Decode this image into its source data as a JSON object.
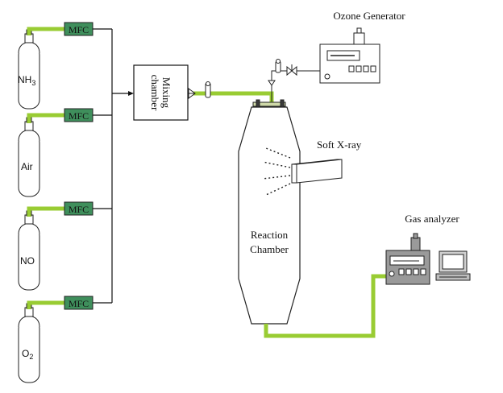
{
  "labels": {
    "ozone_generator": "Ozone Generator",
    "soft_xray": "Soft X-ray",
    "gas_analyzer": "Gas analyzer",
    "mixing_chamber": "Mixing chamber",
    "reaction_chamber_line1": "Reaction",
    "reaction_chamber_line2": "Chamber",
    "mfc": "MFC"
  },
  "cylinders": [
    {
      "gas": "NH3",
      "base": "NH",
      "sub": "3"
    },
    {
      "gas": "Air",
      "base": "Air",
      "sub": ""
    },
    {
      "gas": "NO",
      "base": "NO",
      "sub": ""
    },
    {
      "gas": "O2",
      "base": "O",
      "sub": "2"
    }
  ],
  "colors": {
    "gas_line": "#99cc33",
    "mfc_fill": "#3f8f5c",
    "mfc_text": "#0a2a14",
    "outline": "#222222"
  }
}
